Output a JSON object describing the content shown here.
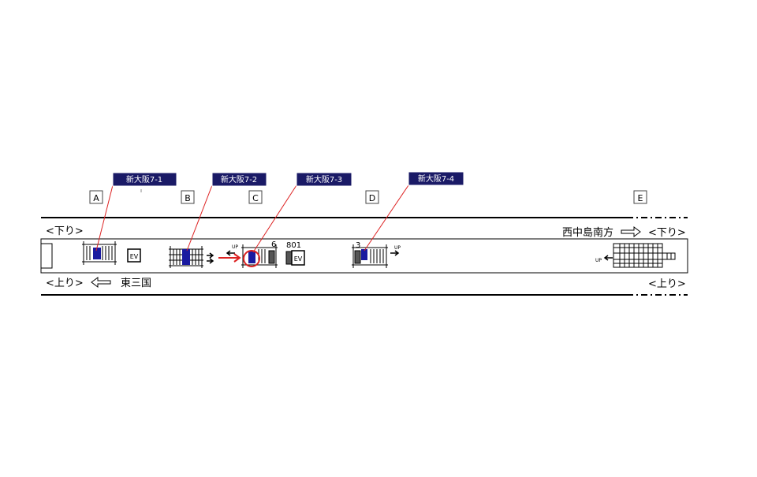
{
  "callouts": [
    {
      "label": "新大阪7-1"
    },
    {
      "label": "新大阪7-2"
    },
    {
      "label": "新大阪7-3"
    },
    {
      "label": "新大阪7-4"
    }
  ],
  "cars": [
    {
      "letter": "A"
    },
    {
      "letter": "B"
    },
    {
      "letter": "C"
    },
    {
      "letter": "D"
    },
    {
      "letter": "E"
    }
  ],
  "directions": {
    "down_left": "<下り>",
    "up_left": "<上り>",
    "west_station": "東三国",
    "east_station": "西中島南方",
    "down_right": "<下り>",
    "up_right": "<上り>"
  },
  "facility": {
    "ev": "EV",
    "up": "UP",
    "stair_6": "6",
    "stair_801": "801",
    "stair_3": "3"
  },
  "colors": {
    "callout_fill": "#1a1a66",
    "callout_text": "#ffffff",
    "leader": "#dd2222",
    "highlight": "#1a1aa0",
    "marker": "#dd2222"
  }
}
